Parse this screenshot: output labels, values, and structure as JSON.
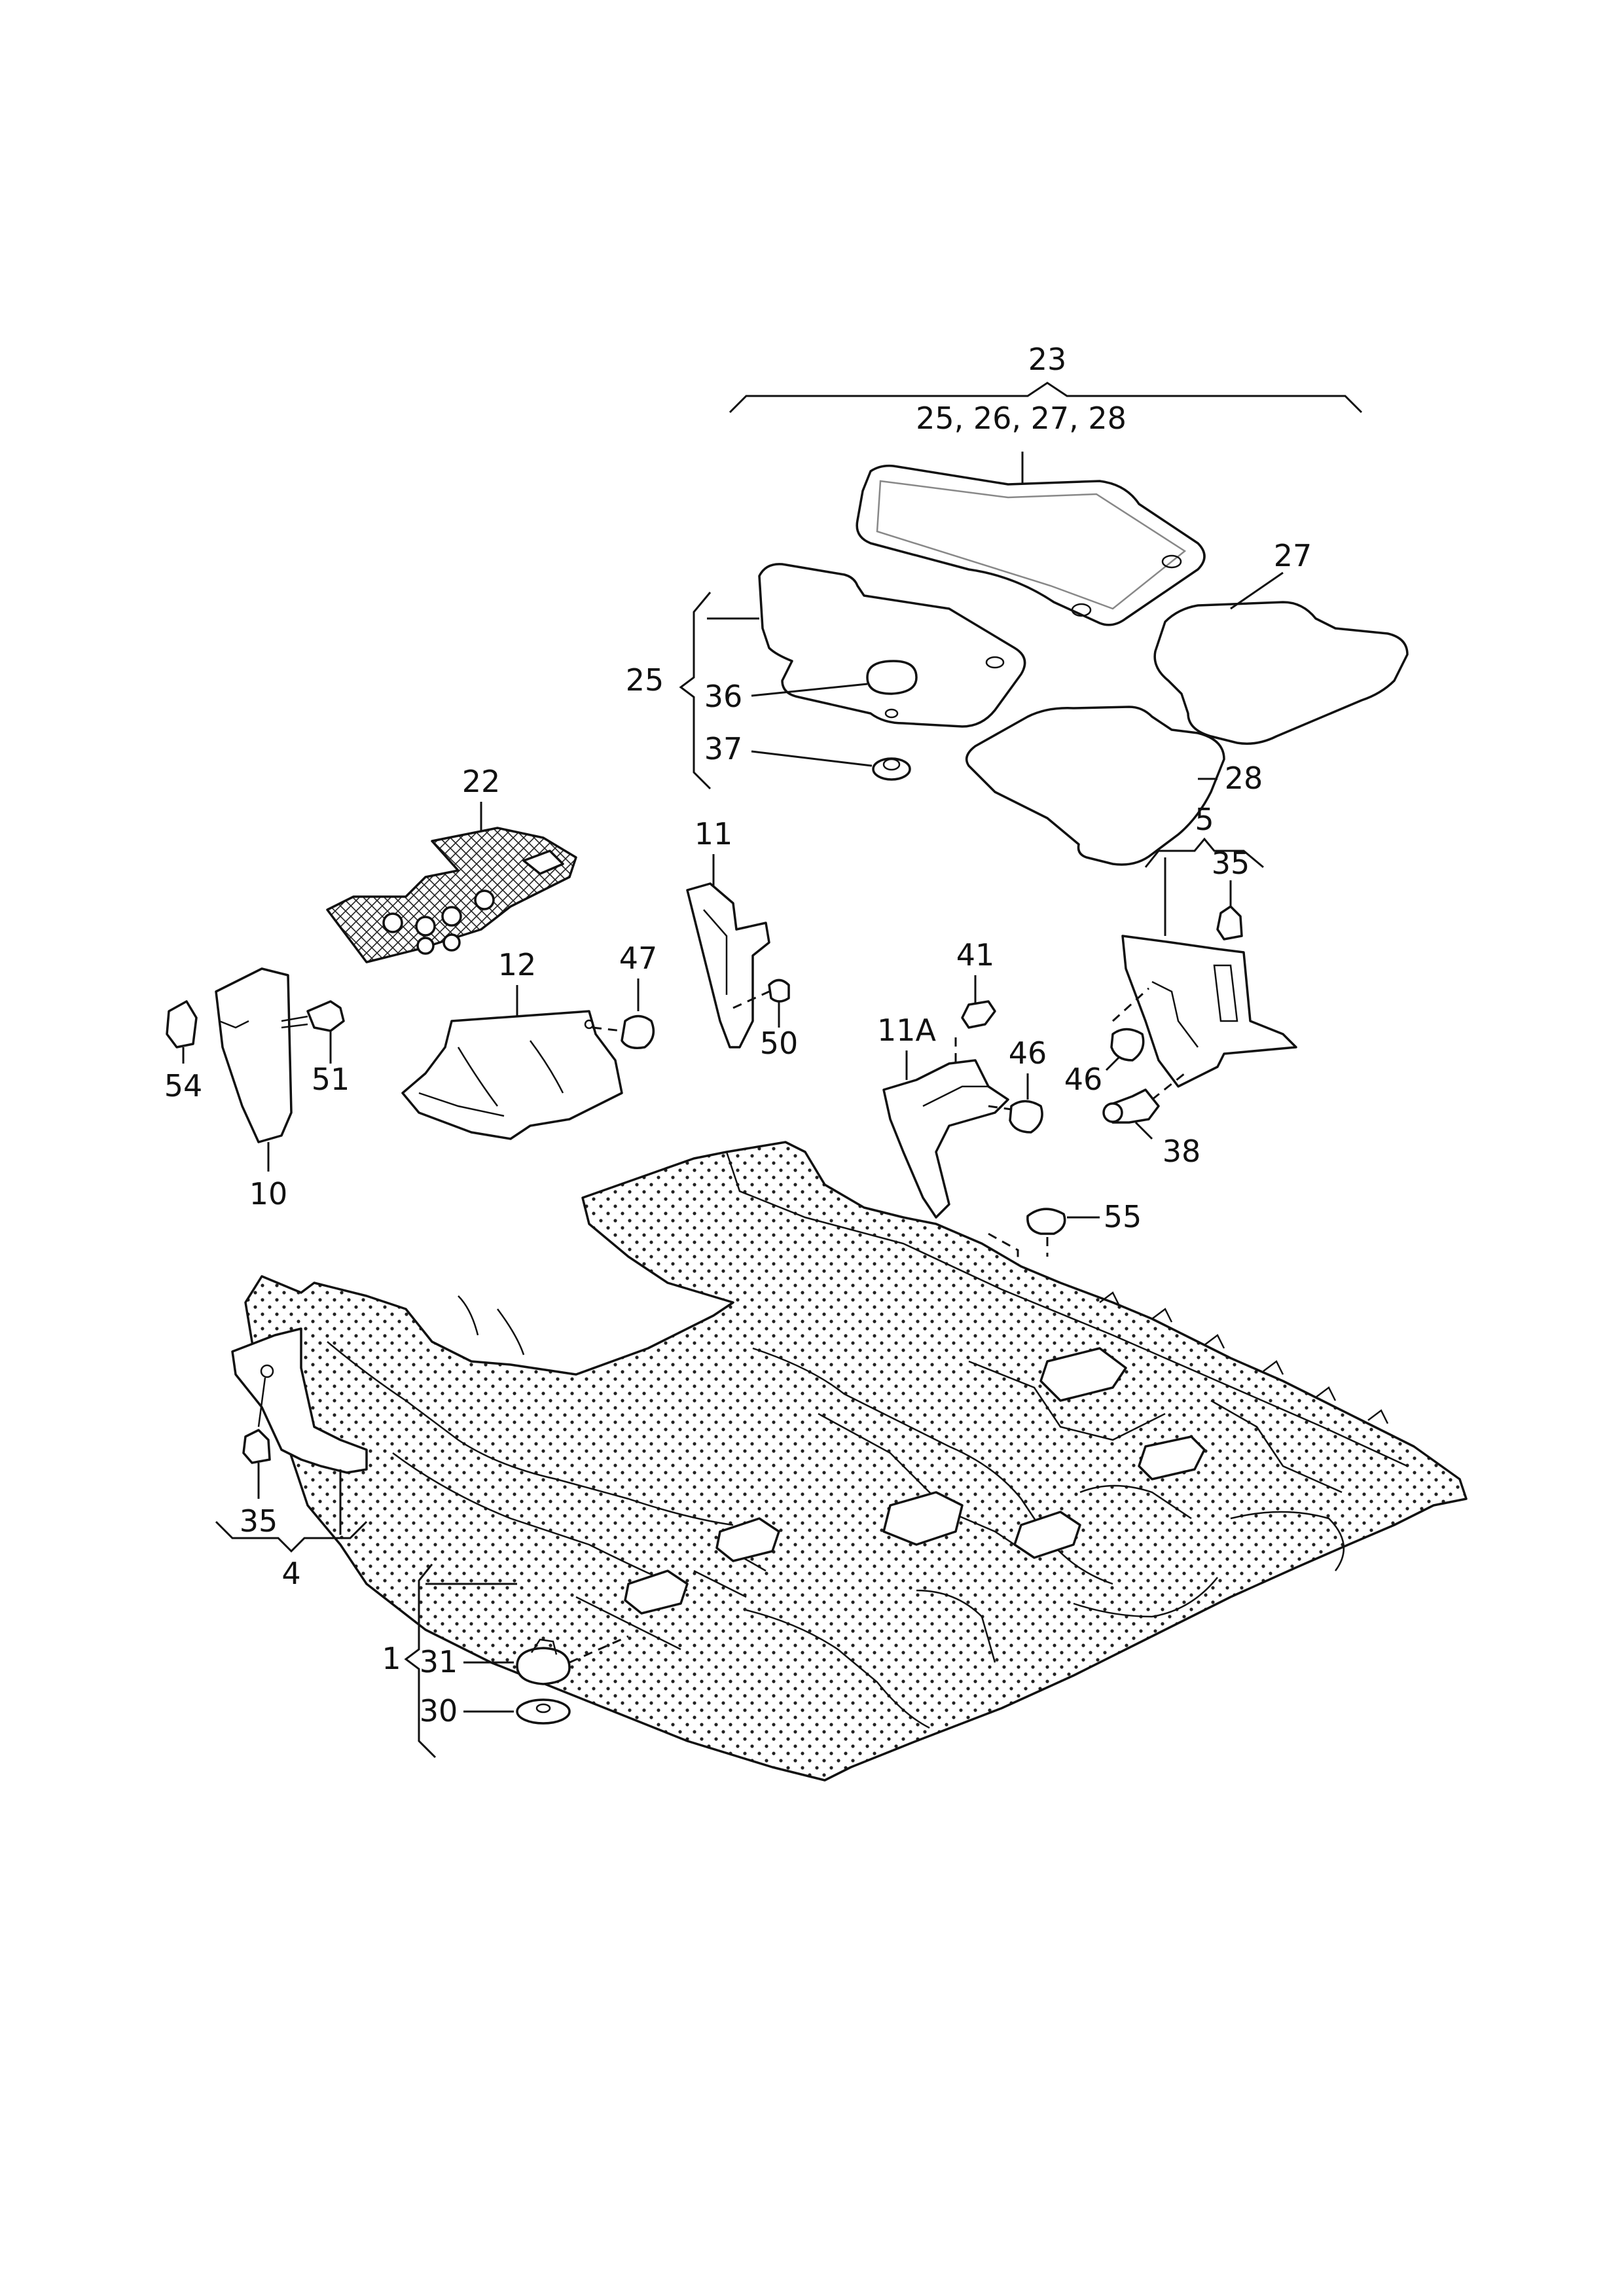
{
  "labels": {
    "l23": "23",
    "l25_28": "25, 26, 27, 28",
    "l27": "27",
    "l25": "25",
    "l36": "36",
    "l37": "37",
    "l28": "28",
    "l22": "22",
    "l11": "11",
    "l5": "5",
    "l35a": "35",
    "l12": "12",
    "l47": "47",
    "l41": "41",
    "l54": "54",
    "l51": "51",
    "l50": "50",
    "l11a": "11A",
    "l46a": "46",
    "l46b": "46",
    "l38": "38",
    "l10": "10",
    "l55": "55",
    "l35b": "35",
    "l4": "4",
    "l1": "1",
    "l31": "31",
    "l30": "30"
  }
}
